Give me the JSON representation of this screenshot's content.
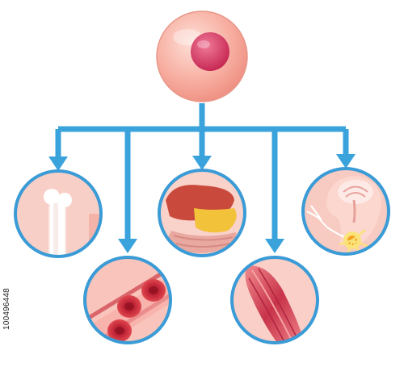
{
  "stock_id": "100496448",
  "colors": {
    "arrow": "#3aa3dc",
    "ring": "#3a9bd6",
    "cell_body": "#f7a99c",
    "nucleus": "#d93a66",
    "skin_bg": "#f9c9c0"
  },
  "nodes": [
    {
      "name": "stem-cell",
      "icon": "stem-cell-icon"
    },
    {
      "name": "bone-cell",
      "icon": "bone-icon"
    },
    {
      "name": "blood-cell",
      "icon": "red-blood-cells-icon"
    },
    {
      "name": "digestive-cell",
      "icon": "liver-stomach-icon"
    },
    {
      "name": "muscle-cell",
      "icon": "muscle-fiber-icon"
    },
    {
      "name": "nerve-cell",
      "icon": "brain-neuron-icon"
    }
  ]
}
